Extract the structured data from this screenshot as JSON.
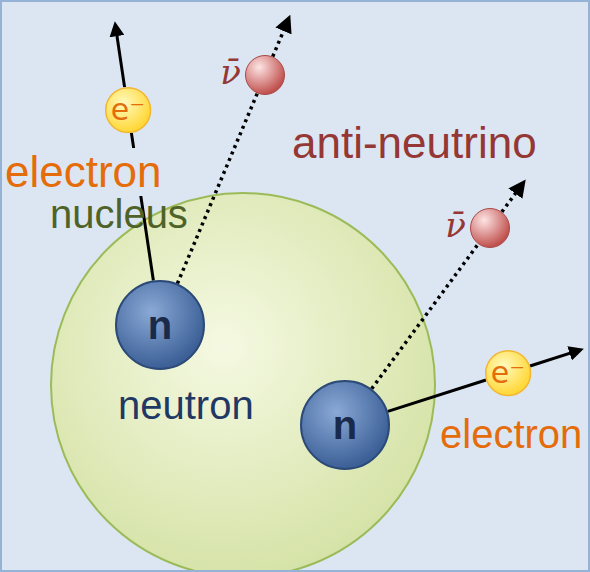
{
  "diagram": {
    "nodes": [
      {
        "text": [
          "nucleus"
        ]
      },
      {
        "text": [
          "n"
        ],
        "in": 0
      },
      {
        "text": [
          "n"
        ],
        "in": 0
      },
      {
        "text": [
          "e⁻"
        ]
      },
      {
        "text": [
          "ν̄"
        ]
      },
      {
        "text": [
          "e⁻"
        ]
      },
      {
        "text": [
          "ν̄"
        ]
      }
    ],
    "edges": [
      {
        "from": 1,
        "to": 3,
        "arrow": "to"
      },
      {
        "from": 1,
        "to": 4,
        "arrow": "to"
      },
      {
        "from": 2,
        "to": 5,
        "arrow": "to"
      },
      {
        "from": 2,
        "to": 6,
        "arrow": "to"
      }
    ],
    "labels": [
      "anti-neutrino",
      "electron",
      "neutron",
      "electron"
    ]
  }
}
